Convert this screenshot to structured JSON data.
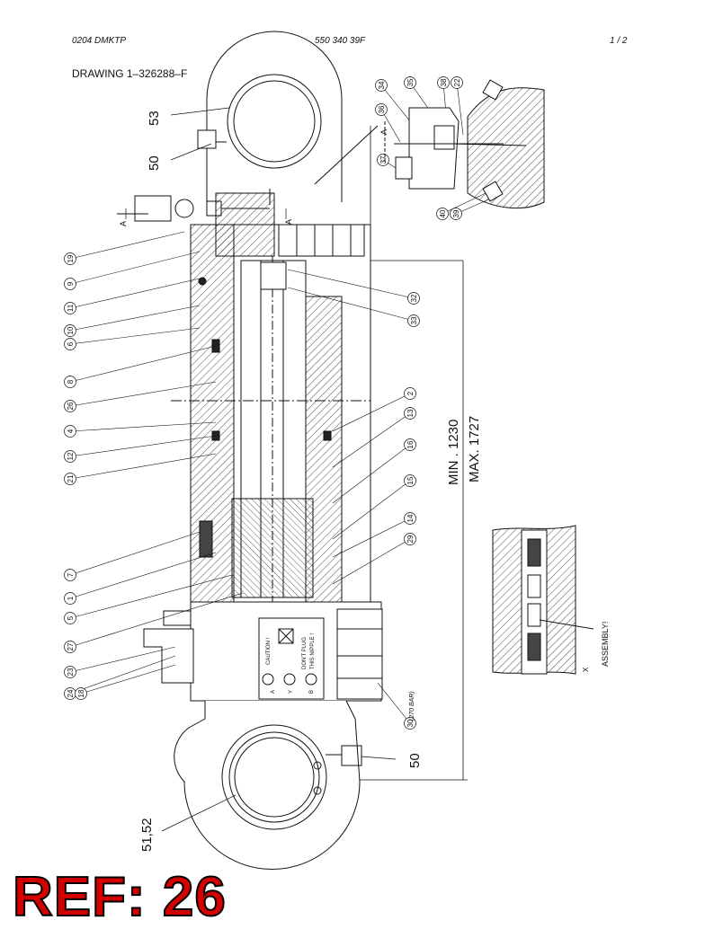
{
  "header": {
    "left": "0204 DMKTP",
    "middle": "550 340 39F",
    "page": "1 /  2"
  },
  "drawing_title": "DRAWING 1–326288–F",
  "dimensions": {
    "min": "MIN . 1230",
    "max": "MAX. 1727"
  },
  "part_labels": {
    "p53": "53",
    "p50_top": "50",
    "p50_bottom": "50",
    "p51_52": "51,52"
  },
  "balloons_left": [
    "19",
    "9",
    "11",
    "10",
    "6",
    "8",
    "26",
    "4",
    "12",
    "21",
    "7",
    "1",
    "5",
    "27",
    "23",
    "24",
    "18"
  ],
  "balloons_right": [
    "32",
    "33",
    "2",
    "13",
    "16",
    "15",
    "14",
    "29",
    "30"
  ],
  "balloons_detail": [
    "34",
    "35",
    "38",
    "22",
    "36",
    "37",
    "40",
    "39"
  ],
  "decal": {
    "caution": "CAUTION !",
    "dont_plug_1": "DON'T PLUG",
    "dont_plug_2": "THIS NIPPLE !",
    "port_a": "A",
    "port_y": "Y",
    "port_b": "B"
  },
  "note_30": "(270 BAR)",
  "section_a": "A",
  "assembly_note": "ASSEMBLY!",
  "detail_x": "X",
  "ref_label": "REF: 26"
}
